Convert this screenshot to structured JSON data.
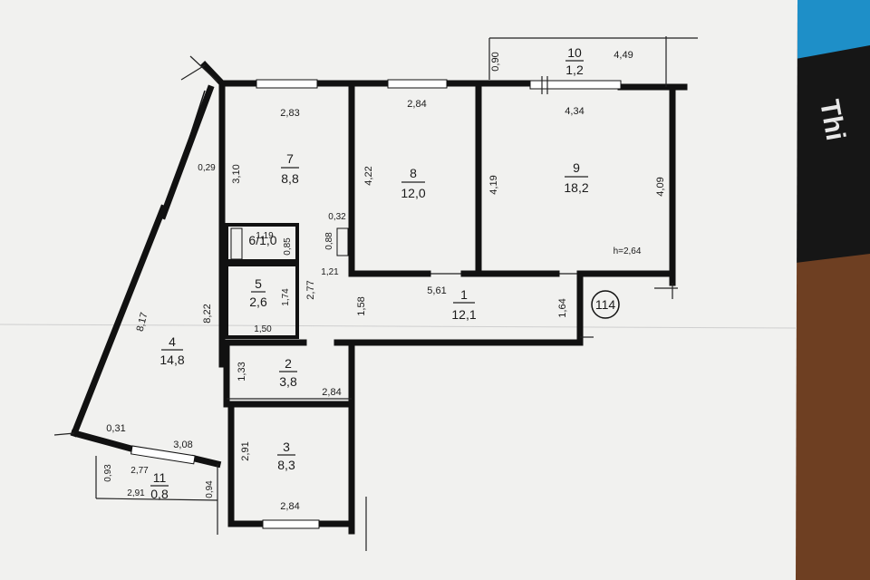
{
  "rooms": [
    {
      "num": "1",
      "area": "12,1"
    },
    {
      "num": "2",
      "area": "3,8"
    },
    {
      "num": "3",
      "area": "8,3"
    },
    {
      "num": "4",
      "area": "14,8"
    },
    {
      "num": "5",
      "area": "2,6"
    },
    {
      "num": "6",
      "area": "6/1,0"
    },
    {
      "num": "7",
      "area": "8,8"
    },
    {
      "num": "8",
      "area": "12,0"
    },
    {
      "num": "9",
      "area": "18,2"
    },
    {
      "num": "10",
      "area": "1,2"
    },
    {
      "num": "11",
      "area": "0,8"
    }
  ],
  "dims": {
    "d283": "2,83",
    "d284a": "2,84",
    "d434": "4,34",
    "d449": "4,49",
    "d090": "0,90",
    "d310": "3,10",
    "d422": "4,22",
    "d419": "4,19",
    "d409": "4,09",
    "d029": "0,29",
    "d119": "1,19",
    "d085": "0,85",
    "d032": "0,32",
    "d088": "0,88",
    "d121": "1,21",
    "d277a": "2,77",
    "d174": "1,74",
    "d822": "8,22",
    "d817": "8,17",
    "d150": "1,50",
    "d561": "5,61",
    "d158": "1,58",
    "d164": "1,64",
    "d133": "1,33",
    "d284b": "2,84",
    "d291a": "2,91",
    "d284c": "2,84",
    "d031": "0,31",
    "d308": "3,08",
    "d277b": "2,77",
    "d093": "0,93",
    "d291b": "2,91",
    "d094": "0,94"
  },
  "height_note": "h=2,64",
  "apartment_badge": "114",
  "corner_text": "Thi"
}
